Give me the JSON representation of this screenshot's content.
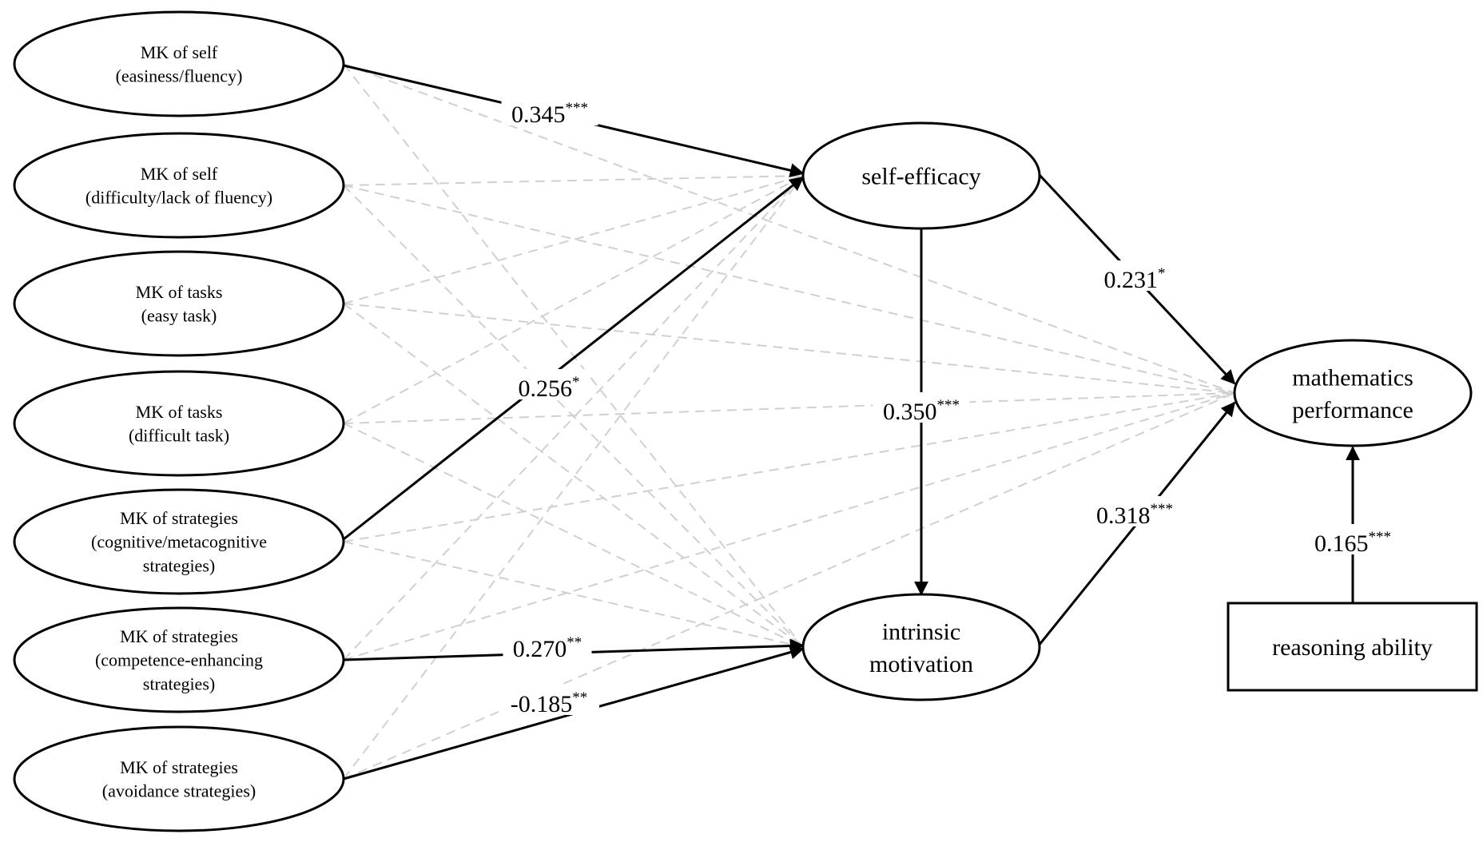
{
  "nodes": {
    "mk_self_easiness": {
      "lines": [
        "MK of self",
        "(easiness/fluency)"
      ]
    },
    "mk_self_difficulty": {
      "lines": [
        "MK of self",
        "(difficulty/lack of fluency)"
      ]
    },
    "mk_tasks_easy": {
      "lines": [
        "MK of tasks",
        "(easy task)"
      ]
    },
    "mk_tasks_difficult": {
      "lines": [
        "MK of tasks",
        "(difficult task)"
      ]
    },
    "mk_strat_cognitive": {
      "lines": [
        "MK of strategies",
        "(cognitive/metacognitive",
        "strategies)"
      ]
    },
    "mk_strat_competence": {
      "lines": [
        "MK of strategies",
        "(competence-enhancing",
        "strategies)"
      ]
    },
    "mk_strat_avoidance": {
      "lines": [
        "MK of strategies",
        "(avoidance strategies)"
      ]
    },
    "self_efficacy": {
      "lines": [
        "self-efficacy"
      ]
    },
    "intrinsic_motivation": {
      "lines": [
        "intrinsic",
        "motivation"
      ]
    },
    "math_performance": {
      "lines": [
        "mathematics",
        "performance"
      ]
    },
    "reasoning_ability": {
      "lines": [
        "reasoning ability"
      ]
    }
  },
  "paths": [
    {
      "from": "mk_self_easiness",
      "to": "self_efficacy",
      "coef": "0.345",
      "stars": "***"
    },
    {
      "from": "mk_strat_cognitive",
      "to": "self_efficacy",
      "coef": "0.256",
      "stars": "*"
    },
    {
      "from": "mk_strat_competence",
      "to": "intrinsic_motivation",
      "coef": "0.270",
      "stars": "**"
    },
    {
      "from": "mk_strat_avoidance",
      "to": "intrinsic_motivation",
      "coef": "-0.185",
      "stars": "**"
    },
    {
      "from": "self_efficacy",
      "to": "intrinsic_motivation",
      "coef": "0.350",
      "stars": "***"
    },
    {
      "from": "self_efficacy",
      "to": "math_performance",
      "coef": "0.231",
      "stars": "*"
    },
    {
      "from": "intrinsic_motivation",
      "to": "math_performance",
      "coef": "0.318",
      "stars": "***"
    },
    {
      "from": "reasoning_ability",
      "to": "math_performance",
      "coef": "0.165",
      "stars": "***"
    }
  ],
  "colors": {
    "significant_path": "#000000",
    "nonsignificant_path": "#d0d0d0",
    "node_stroke": "#000000",
    "background": "#ffffff"
  }
}
